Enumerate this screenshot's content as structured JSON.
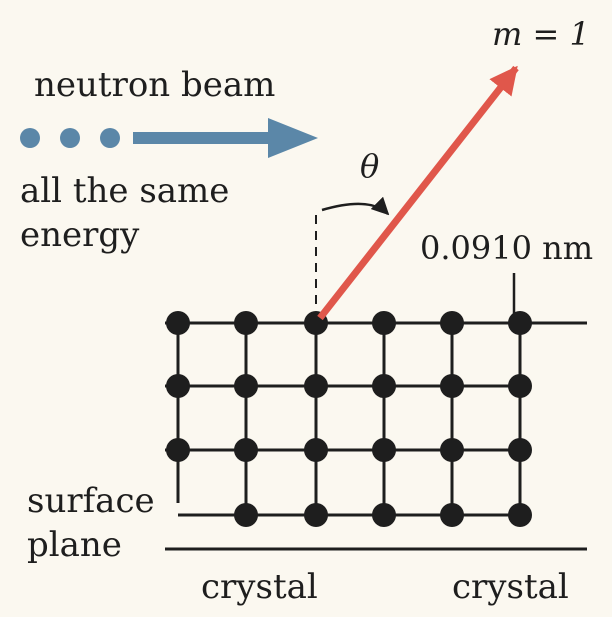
{
  "labels": {
    "beam_title": "neutron beam",
    "beam_note_line1": "all the same",
    "beam_note_line2": "energy",
    "order": "m = 1",
    "angle": "θ",
    "spacing": "0.0910 nm",
    "surface_line1": "surface",
    "surface_line2": "plane",
    "crystal_left": "crystal",
    "crystal_right": "crystal"
  },
  "colors": {
    "background": "#fbf8f0",
    "beam": "#5b87a8",
    "diffracted_ray": "#e0574b",
    "lattice": "#1e1e1e"
  },
  "icons": {
    "neutron": "circle",
    "arrow": "arrowhead"
  }
}
